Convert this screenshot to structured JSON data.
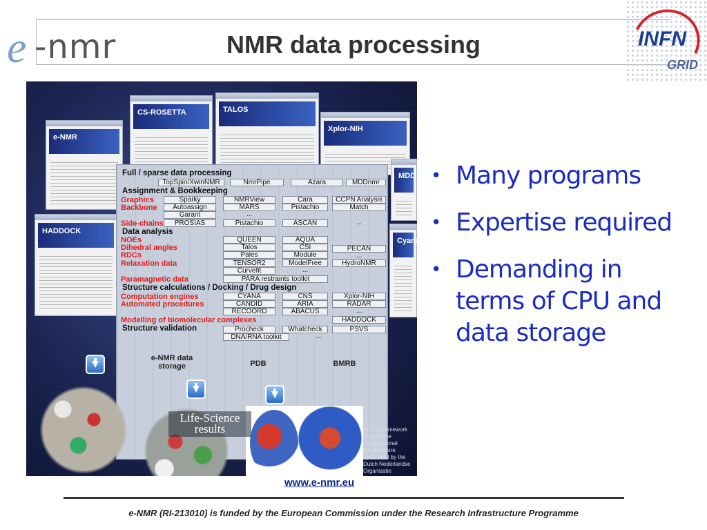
{
  "slide": {
    "title": "NMR data processing",
    "logo_left": {
      "e": "e",
      "rest": "-nmr"
    },
    "logo_right": {
      "brand": "INFN",
      "sub": "GRID"
    },
    "bullets": [
      "Many programs",
      "Expertise required",
      "Demanding in terms of CPU and data storage"
    ],
    "url": "www.e-nmr.eu",
    "footer": "e-NMR (RI-213010) is funded by the European Commission under the Research Infrastructure Programme"
  },
  "collage": {
    "windows": [
      "CS-ROSETTA",
      "TALOS",
      "Xplor-NIH",
      "e-NMR",
      "HADDOCK",
      "MDD",
      "Cyana"
    ],
    "categories": {
      "full_sparse": "Full / sparse data processing",
      "assignment": "Assignment & Bookkeeping",
      "graphics": "Graphics",
      "backbone": "Backbone",
      "side_chains": "Side-chains",
      "data_analysis": "Data analysis",
      "noes": "NOEs",
      "dihedral": "Dihedral angles",
      "rdcs": "RDCs",
      "relaxation": "Relaxation data",
      "paramagnetic": "Paramagnetic data",
      "structure_calc": "Structure calculations / Docking / Drug design",
      "computation": "Computation engines",
      "automated": "Automated procedures",
      "modelling": "Modelling of biomolecular complexes",
      "validation": "Structure validation"
    },
    "programs": {
      "topspin": "TopSpin/XwinNMR",
      "nmrpipe": "NmrPipe",
      "azara": "Azara",
      "mddnmr": "MDDnmr",
      "sparky": "Sparky",
      "nmrview": "NMRView",
      "cara": "Cara",
      "ccpn": "CCPN Analysis",
      "autoassign": "Autoassign",
      "mars": "MARS",
      "pistachio": "Pistachio",
      "match": "Match",
      "garant": "Garant",
      "dots1": "...",
      "prosias": "PROSIAS",
      "pistachio2": "Pistachio",
      "ascan": "ASCAN",
      "dots2": "...",
      "queen": "QUEEN",
      "aqua": "AQUA",
      "talos": "Talos",
      "csi": "CSI",
      "pecan": "PECAN",
      "pales": "Pales",
      "module": "Module",
      "dots3": "...",
      "tensor2": "TENSOR2",
      "modelfree": "ModelFree",
      "hydronmr": "HydroNMR",
      "curvefit": "Curvefit",
      "dots4": "...",
      "para": "PARA restraints toolkit",
      "cyana": "CYANA",
      "cns": "CNS",
      "xplor": "Xplor-NIH",
      "candid": "CANDID",
      "aria": "ARIA",
      "radar": "RADAR",
      "recoord": "RECOORD",
      "abacus": "ABACUS",
      "dots5": "...",
      "haddock": "HADDOCK",
      "procheck": "Procheck",
      "whatcheck": "Whatcheck",
      "psvs": "PSVS",
      "dna": "DNA/RNA toolkit",
      "dots6": "..."
    },
    "storage": {
      "enmr": "e-NMR data storage",
      "pdb": "PDB",
      "bmrb": "BMRB"
    },
    "life_science": "Life-Science results",
    "eu_note": "EU 7th framework programme computational infrastructure sponsored by the Dutch Nederlandse Organisatie"
  }
}
